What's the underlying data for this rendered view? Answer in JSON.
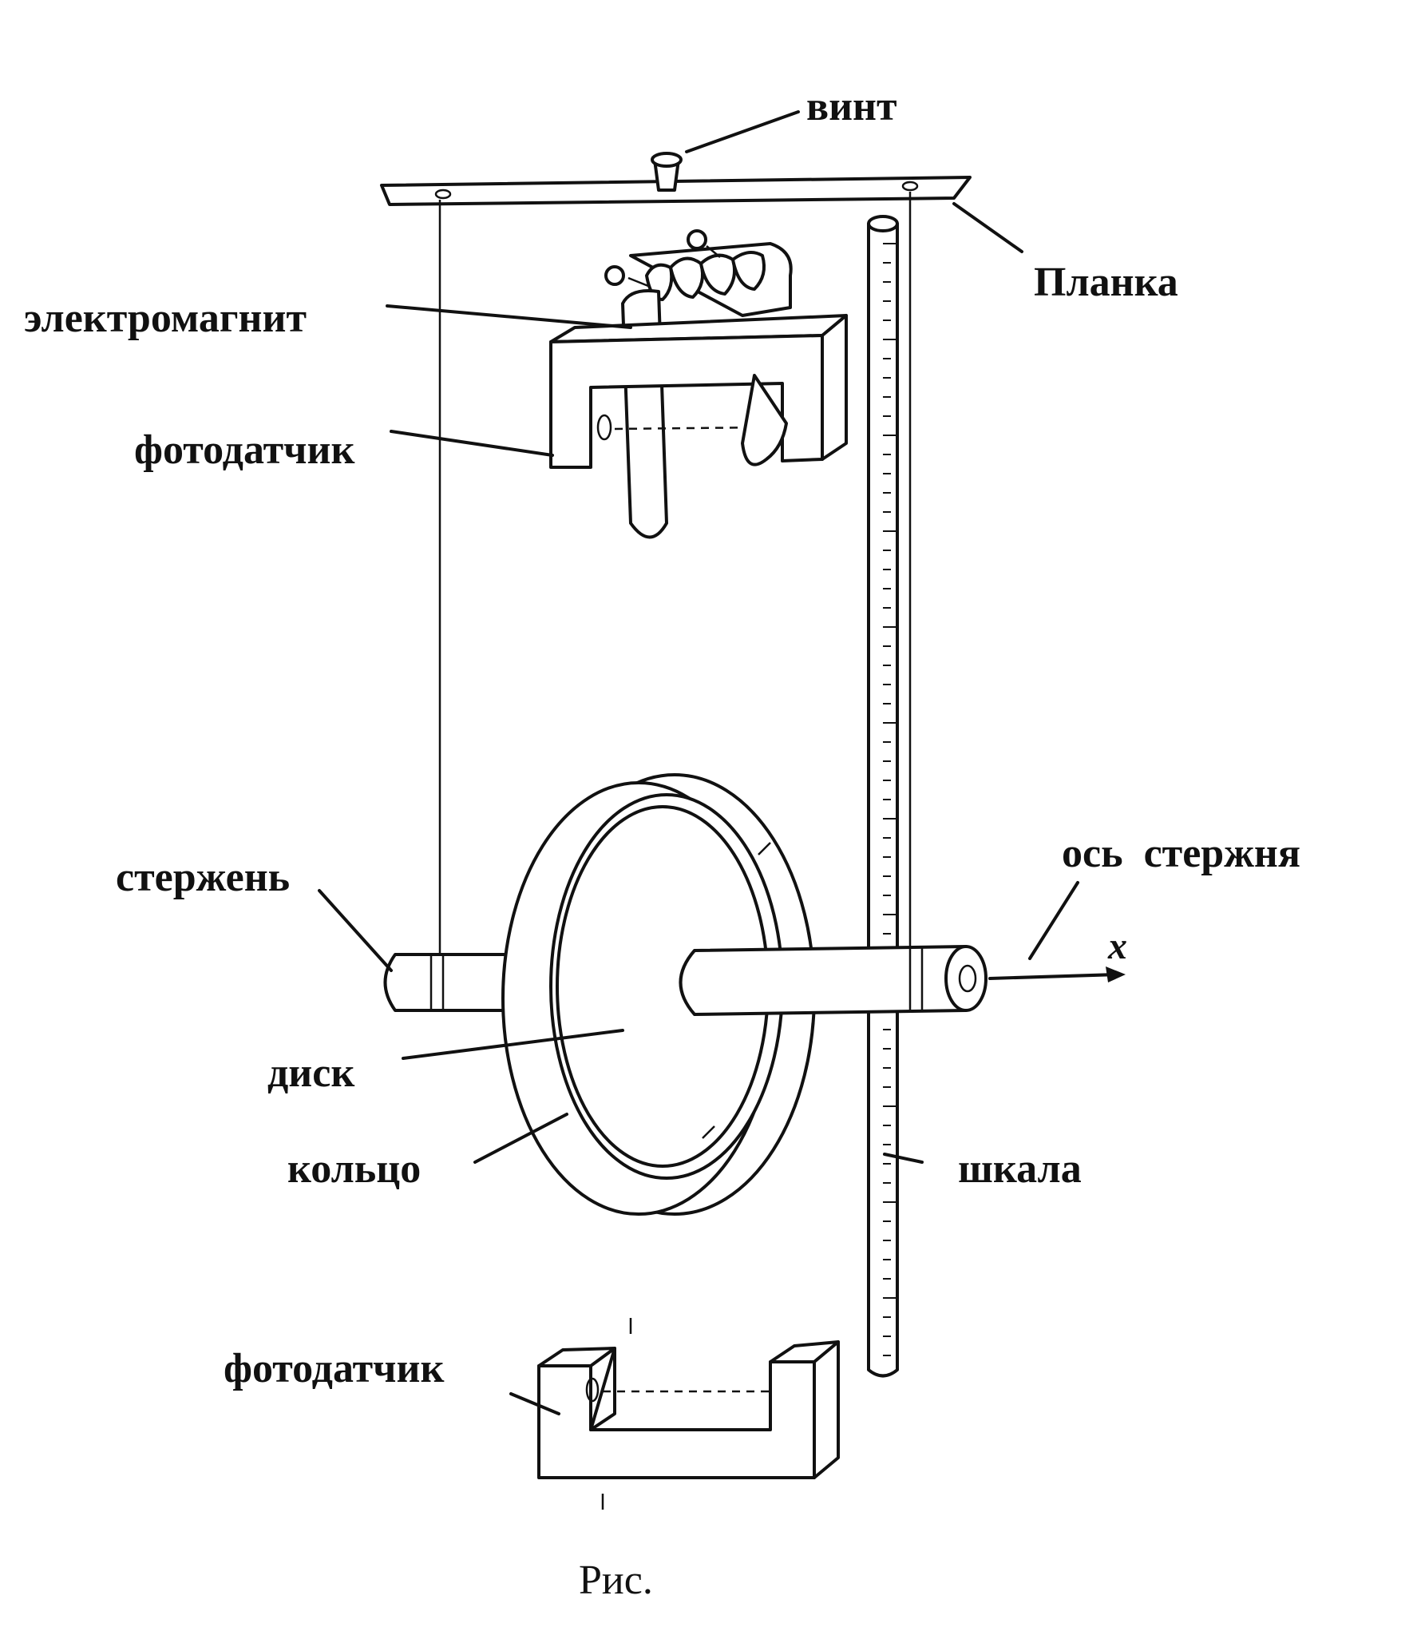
{
  "labels": {
    "screw": "винт",
    "plank": "Планка",
    "electromagnet": "электромагнит",
    "photosensor_top": "фотодатчик",
    "rod": "стержень",
    "rod_axis": "ось  стержня",
    "axis_x": "x",
    "disk": "диск",
    "ring": "кольцо",
    "scale": "шкала",
    "photosensor_bottom": "фотодатчик",
    "caption": "Рис."
  }
}
